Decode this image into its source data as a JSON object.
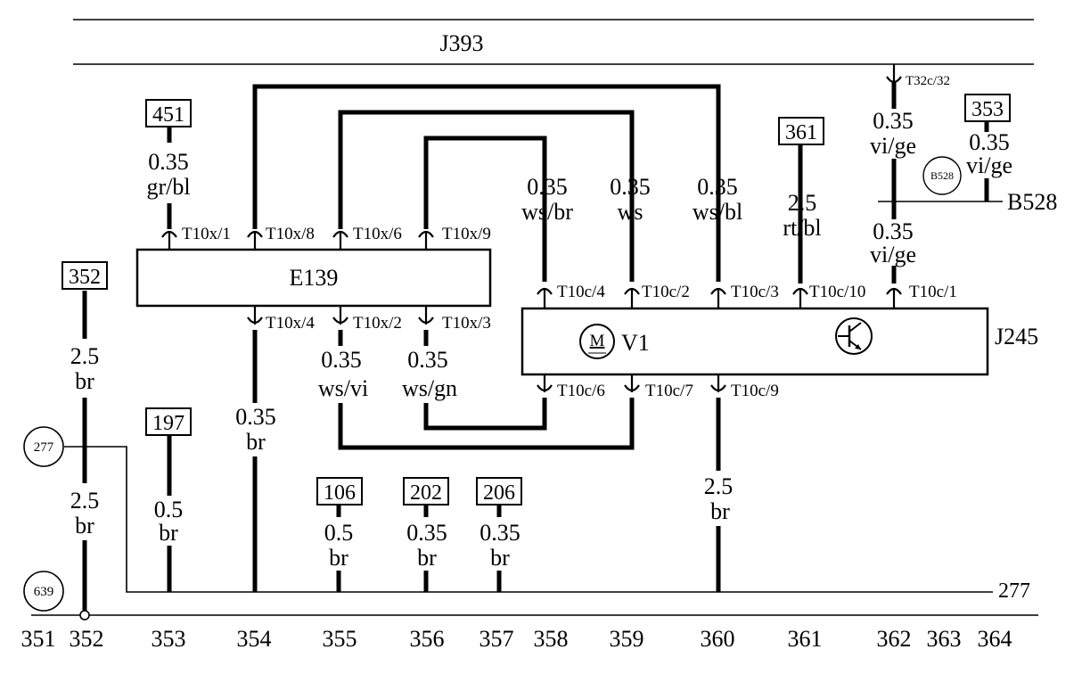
{
  "top_module": "J393",
  "components": {
    "e139": "E139",
    "v1": "V1",
    "j245": "J245",
    "motor_symbol": "M",
    "b528_label": "B528",
    "b528_small": "B528"
  },
  "refs": {
    "r451": "451",
    "r361": "361",
    "r353": "353",
    "r352": "352",
    "r197": "197",
    "r106": "106",
    "r202": "202",
    "r206": "206"
  },
  "circles": {
    "c277": "277",
    "c639": "639"
  },
  "ground_line_label": "277",
  "connectors": {
    "t10x1": "T10x/1",
    "t10x8": "T10x/8",
    "t10x6": "T10x/6",
    "t10x9": "T10x/9",
    "t10x4": "T10x/4",
    "t10x2": "T10x/2",
    "t10x3": "T10x/3",
    "t10c4": "T10c/4",
    "t10c2": "T10c/2",
    "t10c3": "T10c/3",
    "t10c10": "T10c/10",
    "t10c1": "T10c/1",
    "t10c6": "T10c/6",
    "t10c7": "T10c/7",
    "t10c9": "T10c/9",
    "t32c32": "T32c/32"
  },
  "wires": {
    "w451": {
      "size": "0.35",
      "color": "gr/bl"
    },
    "w358": {
      "size": "0.35",
      "color": "ws/br"
    },
    "w359": {
      "size": "0.35",
      "color": "ws"
    },
    "w360": {
      "size": "0.35",
      "color": "ws/bl"
    },
    "w361": {
      "size": "2.5",
      "color": "rt/bl"
    },
    "w362top": {
      "size": "0.35",
      "color": "vi/ge"
    },
    "w353": {
      "size": "0.35",
      "color": "vi/ge"
    },
    "w362": {
      "size": "0.35",
      "color": "vi/ge"
    },
    "w352a": {
      "size": "2.5",
      "color": "br"
    },
    "w352b": {
      "size": "2.5",
      "color": "br"
    },
    "w354": {
      "size": "0.35",
      "color": "br"
    },
    "wx2": {
      "size": "0.35",
      "color": "ws/vi"
    },
    "wx3": {
      "size": "0.35",
      "color": "ws/gn"
    },
    "w197": {
      "size": "0.5",
      "color": "br"
    },
    "w106": {
      "size": "0.5",
      "color": "br"
    },
    "w202": {
      "size": "0.35",
      "color": "br"
    },
    "w206": {
      "size": "0.35",
      "color": "br"
    },
    "w360b": {
      "size": "2.5",
      "color": "br"
    }
  },
  "columns": [
    "351",
    "352",
    "353",
    "354",
    "355",
    "356",
    "357",
    "358",
    "359",
    "360",
    "361",
    "362",
    "363",
    "364"
  ]
}
